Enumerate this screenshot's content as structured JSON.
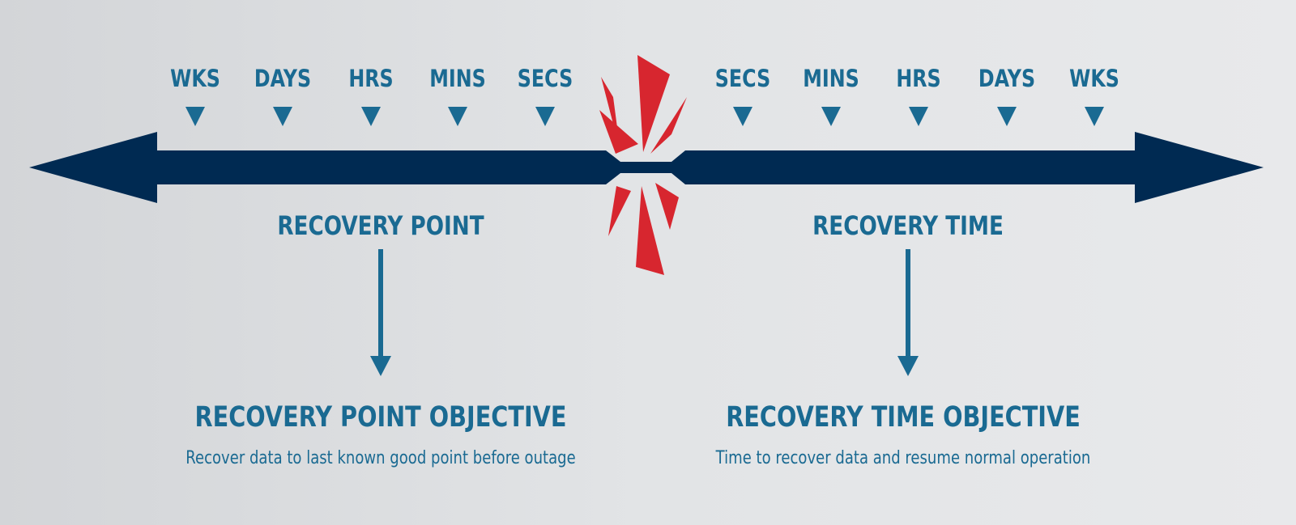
{
  "colors": {
    "axis": "#002a52",
    "accent": "#1a6a92",
    "burst": "#d7262f"
  },
  "left_scale": {
    "ticks": [
      "WKS",
      "DAYS",
      "HRS",
      "MINS",
      "SECS"
    ]
  },
  "right_scale": {
    "ticks": [
      "SECS",
      "MINS",
      "HRS",
      "DAYS",
      "WKS"
    ]
  },
  "recovery_point": {
    "label": "RECOVERY POINT",
    "objective_title": "RECOVERY POINT OBJECTIVE",
    "objective_desc": "Recover data to last known good point before outage"
  },
  "recovery_time": {
    "label": "RECOVERY TIME",
    "objective_title": "RECOVERY TIME OBJECTIVE",
    "objective_desc": "Time to recover data and resume normal operation"
  }
}
